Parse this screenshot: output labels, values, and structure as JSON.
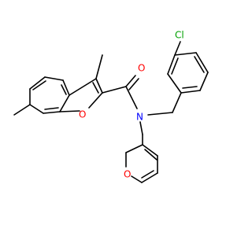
{
  "atoms": {
    "o_carbonyl": {
      "label": "O",
      "color": "#ff0000"
    },
    "o_benzofuran": {
      "label": "O",
      "color": "#ff0000"
    },
    "o_furan": {
      "label": "O",
      "color": "#ff0000"
    },
    "n_amide": {
      "label": "N",
      "color": "#0000ff"
    },
    "cl": {
      "label": "Cl",
      "color": "#00a000"
    }
  }
}
